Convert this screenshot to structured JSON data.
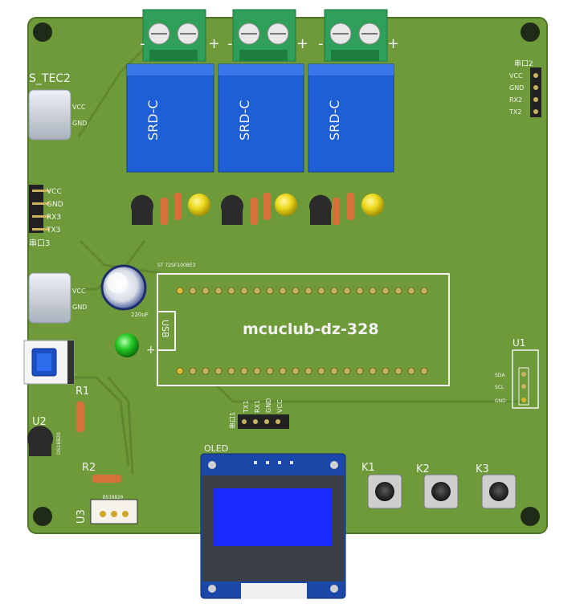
{
  "board": {
    "title": "mcuclub-dz-328",
    "usb_label": "USB",
    "mcu_small_text": "ST 72SF100BE3"
  },
  "relays": [
    {
      "body_text": "SRD-C",
      "minus": "-",
      "plus": "+"
    },
    {
      "body_text": "SRD-C",
      "minus": "-",
      "plus": "+"
    },
    {
      "body_text": "SRD-C",
      "minus": "-",
      "plus": "+"
    }
  ],
  "power_top": {
    "name": "S_TEC2",
    "vcc": "VCC",
    "gnd": "GND"
  },
  "power_mid": {
    "vcc": "VCC",
    "gnd": "GND"
  },
  "uart_left": {
    "name": "串口3",
    "pins": [
      "VCC",
      "GND",
      "RX3",
      "TX3"
    ]
  },
  "uart_right": {
    "name": "串口2",
    "pins": [
      "VCC",
      "GND",
      "RX2",
      "TX2"
    ]
  },
  "uart_bottom": {
    "name": "串口1",
    "pins": [
      "TX1",
      "RX1",
      "GND",
      "VCC"
    ]
  },
  "u1": {
    "name": "U1",
    "pins": [
      "SDA",
      "SCL",
      "GND"
    ]
  },
  "u2": {
    "name": "U2",
    "body": "DS18B20"
  },
  "u3": {
    "name": "U3",
    "body": "DS18B20"
  },
  "resistors": {
    "r1": "R1",
    "r2": "R2"
  },
  "capacitor": {
    "value": "220uF"
  },
  "oled": {
    "name": "OLED"
  },
  "keys": [
    "K1",
    "K2",
    "K3"
  ],
  "plus_sign": "+",
  "colors": {
    "board": "#6f9a3a",
    "relay": "#1f5fd6",
    "terminal": "#2fa05a",
    "oled_screen": "#1a2bff",
    "led_yellow": "#e2d11a",
    "led_green": "#1fb31f"
  }
}
